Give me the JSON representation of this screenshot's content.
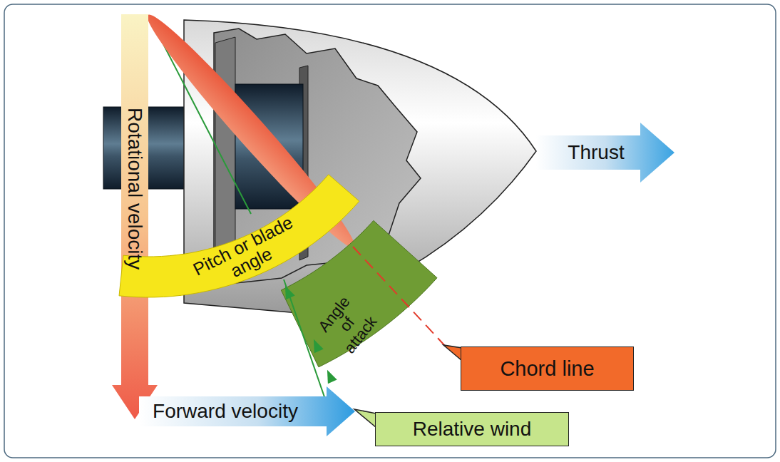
{
  "diagram": {
    "nodes": [
      {
        "text": [
          "Rotational velocity"
        ]
      },
      {
        "text": [
          "Thrust"
        ]
      },
      {
        "text": [
          "Pitch or blade angle"
        ]
      },
      {
        "text": [
          "Angle of attack"
        ]
      },
      {
        "text": [
          "Chord line"
        ]
      },
      {
        "text": [
          "Forward velocity"
        ]
      },
      {
        "text": [
          "Relative wind"
        ]
      }
    ]
  }
}
